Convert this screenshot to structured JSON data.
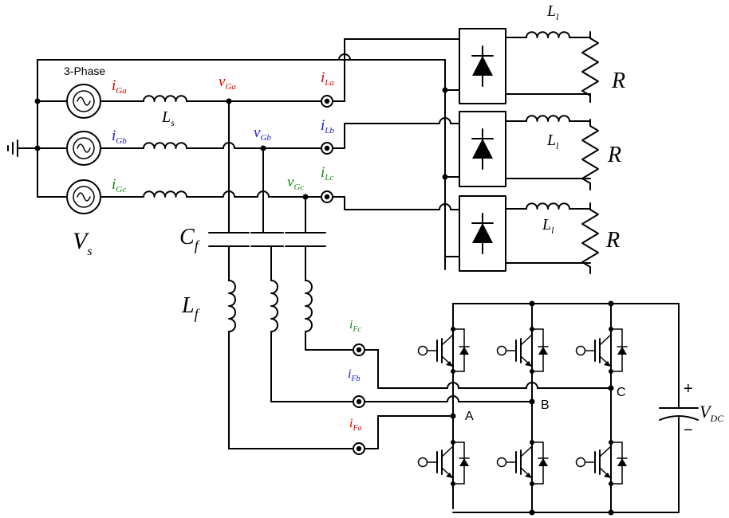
{
  "colors": {
    "phase_a": "#e00000",
    "phase_b": "#1a1acc",
    "phase_c": "#1a8a1a",
    "wire": "#000000"
  },
  "labels": {
    "three_phase": "3-Phase",
    "vs": "V",
    "vs_sub": "s",
    "ls": "L",
    "ls_sub": "s",
    "cf": "C",
    "cf_sub": "f",
    "lf": "L",
    "lf_sub": "f",
    "ll": "L",
    "ll_sub": "l",
    "r": "R",
    "i_ga": "i",
    "i_ga_sub": "Ga",
    "i_gb": "i",
    "i_gb_sub": "Gb",
    "i_gc": "i",
    "i_gc_sub": "Gc",
    "v_ga": "v",
    "v_ga_sub": "Ga",
    "v_gb": "v",
    "v_gb_sub": "Gb",
    "v_gc": "v",
    "v_gc_sub": "Gc",
    "i_la": "i",
    "i_la_sub": "La",
    "i_lb": "i",
    "i_lb_sub": "Lb",
    "i_lc": "i",
    "i_lc_sub": "Lc",
    "i_fa": "i",
    "i_fa_sub": "Fa",
    "i_fb": "i",
    "i_fb_sub": "Fb",
    "i_fc": "i",
    "i_fc_sub": "Fc",
    "node_a": "A",
    "node_b": "B",
    "node_c": "C",
    "vdc": "V",
    "vdc_sub": "DC",
    "plus": "+",
    "minus": "−"
  }
}
